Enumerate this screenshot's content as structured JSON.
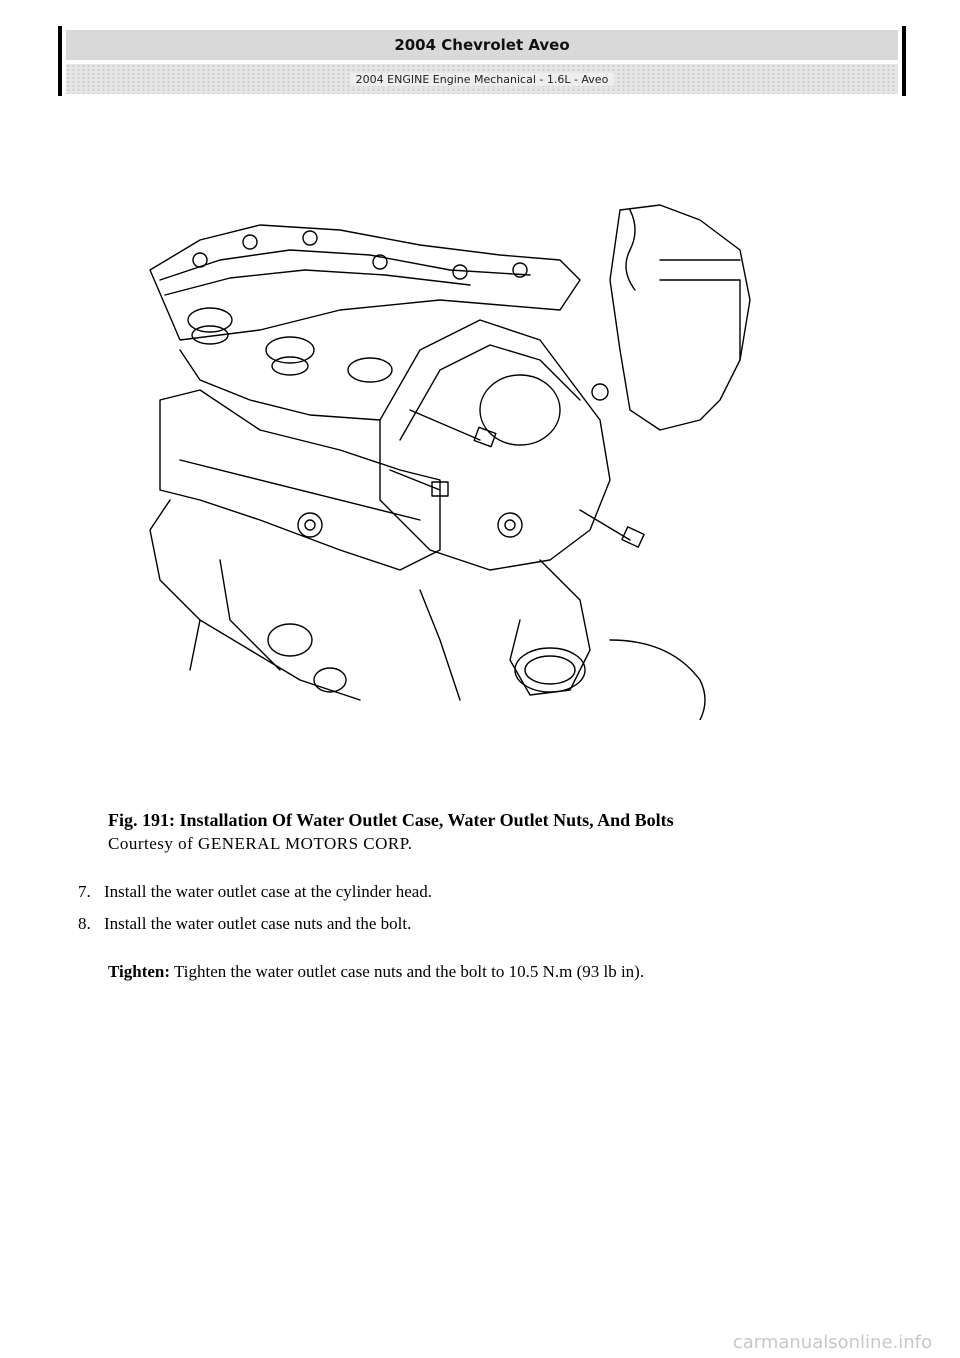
{
  "header": {
    "title": "2004 Chevrolet Aveo",
    "subtitle": "2004 ENGINE Engine Mechanical - 1.6L - Aveo"
  },
  "figure": {
    "caption": "Fig. 191: Installation Of Water Outlet Case, Water Outlet Nuts, And Bolts",
    "credit": "Courtesy of GENERAL MOTORS CORP."
  },
  "steps": [
    {
      "number": "7.",
      "text": "Install the water outlet case at the cylinder head."
    },
    {
      "number": "8.",
      "text": "Install the water outlet case nuts and the bolt."
    }
  ],
  "note": {
    "label": "Tighten:",
    "text": " Tighten the water outlet case nuts and the bolt to 10.5 N.m (93 lb in)."
  },
  "footer": {
    "watermark": "carmanualsonline.info"
  }
}
